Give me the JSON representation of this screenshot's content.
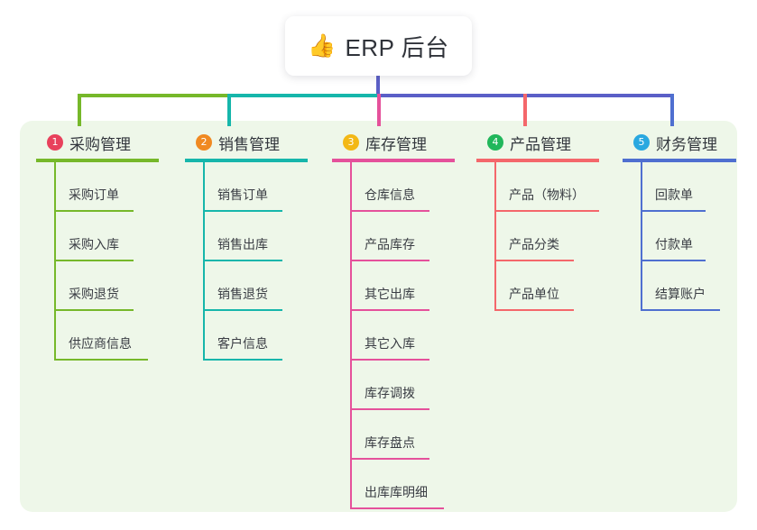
{
  "root": {
    "emoji": "👍",
    "emoji_name": "thumbs-up-emoji",
    "label": "ERP 后台"
  },
  "palette": {
    "panel_bg": "#eef7e9",
    "root_line": "#5b5fc7",
    "green": "#76b82a",
    "teal": "#16b6ab",
    "pink": "#e5519b",
    "salmon": "#f4676b",
    "blue": "#4f6fd0",
    "text": "#32363d"
  },
  "connector": {
    "segments": [
      {
        "name": "segment-green",
        "color": "#76b82a"
      },
      {
        "name": "segment-teal",
        "color": "#16b6ab"
      },
      {
        "name": "segment-blue",
        "color": "#5b5fc7"
      }
    ]
  },
  "columns": [
    {
      "number": "1",
      "title": "采购管理",
      "badge_color": "#e8415c",
      "line_color": "#76b82a",
      "leaves": [
        {
          "label": "采购订单",
          "rule_width": 88
        },
        {
          "label": "采购入库",
          "rule_width": 88
        },
        {
          "label": "采购退货",
          "rule_width": 88
        },
        {
          "label": "供应商信息",
          "rule_width": 104
        }
      ]
    },
    {
      "number": "2",
      "title": "销售管理",
      "badge_color": "#f08921",
      "line_color": "#16b6ab",
      "leaves": [
        {
          "label": "销售订单",
          "rule_width": 88
        },
        {
          "label": "销售出库",
          "rule_width": 88
        },
        {
          "label": "销售退货",
          "rule_width": 88
        },
        {
          "label": "客户信息",
          "rule_width": 88
        }
      ]
    },
    {
      "number": "3",
      "title": "库存管理",
      "badge_color": "#f3b816",
      "line_color": "#e5519b",
      "leaves": [
        {
          "label": "仓库信息",
          "rule_width": 88
        },
        {
          "label": "产品库存",
          "rule_width": 88
        },
        {
          "label": "其它出库",
          "rule_width": 88
        },
        {
          "label": "其它入库",
          "rule_width": 88
        },
        {
          "label": "库存调拨",
          "rule_width": 88
        },
        {
          "label": "库存盘点",
          "rule_width": 88
        },
        {
          "label": "出库库明细",
          "rule_width": 104
        }
      ]
    },
    {
      "number": "4",
      "title": "产品管理",
      "badge_color": "#21b75b",
      "line_color": "#f4676b",
      "leaves": [
        {
          "label": "产品（物料）",
          "rule_width": 116
        },
        {
          "label": "产品分类",
          "rule_width": 88
        },
        {
          "label": "产品单位",
          "rule_width": 88
        }
      ]
    },
    {
      "number": "5",
      "title": "财务管理",
      "badge_color": "#29a8e0",
      "line_color": "#4f6fd0",
      "leaves": [
        {
          "label": "回款单",
          "rule_width": 72
        },
        {
          "label": "付款单",
          "rule_width": 72
        },
        {
          "label": "结算账户",
          "rule_width": 88
        }
      ]
    }
  ]
}
